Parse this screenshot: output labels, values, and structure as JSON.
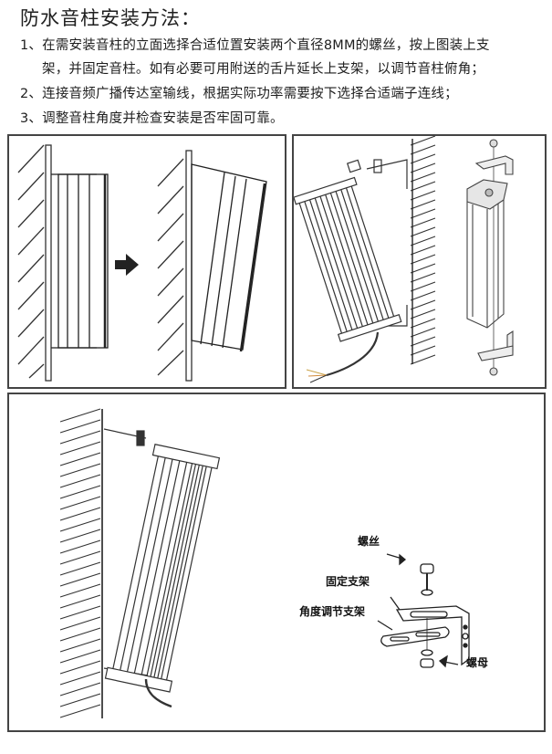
{
  "title": "防水音柱安装方法：",
  "steps": [
    {
      "line1": "1、在需安装音柱的立面选择合适位置安装两个直径8MM的螺丝，按上图装上支",
      "line2": "架，并固定音柱。如有必要可用附送的舌片延长上支架，以调节音柱俯角；"
    },
    {
      "line1": "2、连接音频广播传达室输线，根据实际功率需要按下选择合适端子连线；"
    },
    {
      "line1": "3、调整音柱角度并检查安装是否牢固可靠。"
    }
  ],
  "diagrams": {
    "panel1": {
      "description": "speaker before and after tilt adjustment",
      "arrow_icon": "right-arrow"
    },
    "panel2": {
      "description": "speaker mounted on wall with brackets and exploded view"
    },
    "panel3": {
      "description": "tilted speaker on wall with bracket detail",
      "labels": {
        "screw": "螺丝",
        "fixed_bracket": "固定支架",
        "angle_bracket": "角度调节支架",
        "nut": "螺母"
      }
    }
  }
}
